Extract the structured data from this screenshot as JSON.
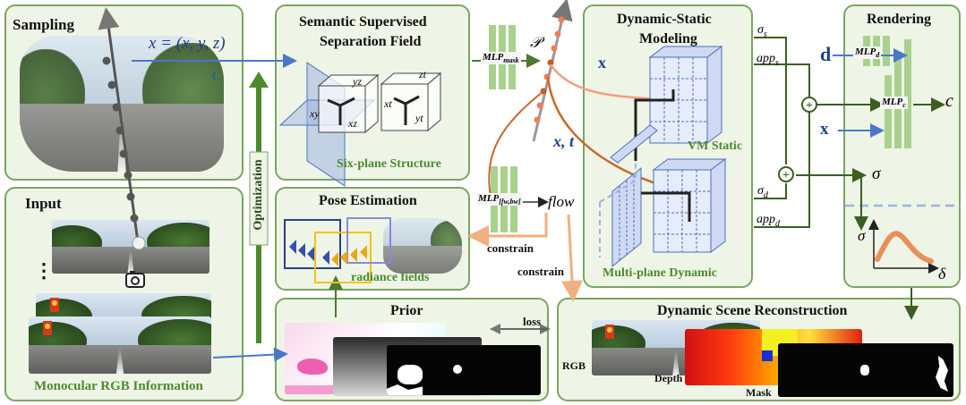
{
  "panels": {
    "sampling": {
      "title": "Sampling",
      "x_eq": "x = (x, y, z)",
      "t": "t"
    },
    "input": {
      "title": "Input",
      "caption": "Monocular RGB Information",
      "dots": "⋮"
    },
    "optimization": {
      "label": "Optimization"
    },
    "separation": {
      "title_line1": "Semantic Supervised",
      "title_line2": "Separation Field",
      "caption": "Six-plane Structure",
      "planes": [
        "xy",
        "yz",
        "xz",
        "xt",
        "zt",
        "yt"
      ]
    },
    "pose": {
      "title": "Pose Estimation",
      "caption": "radiance fields"
    },
    "prior": {
      "title": "Prior"
    },
    "dynamic_static": {
      "title_line1": "Dynamic-Static",
      "title_line2": "Modeling",
      "static_label": "VM Static",
      "dynamic_label": "Multi-plane Dynamic",
      "sigma_s": "σ",
      "sigma_s_sub": "s",
      "app_s": "app",
      "app_s_sub": "s",
      "sigma_d": "σ",
      "sigma_d_sub": "d",
      "app_d": "app",
      "app_d_sub": "d"
    },
    "rendering": {
      "title": "Rendering",
      "d": "d",
      "x": "x",
      "c": "c",
      "sigma": "σ",
      "delta": "δ",
      "mlp_d": "MLP",
      "mlp_d_sub": "d",
      "mlp_c": "MLP",
      "mlp_c_sub": "c"
    },
    "reconstruction": {
      "title": "Dynamic Scene Reconstruction",
      "rgb": "RGB",
      "depth": "Depth",
      "mask": "Mask"
    }
  },
  "center": {
    "mlp_mask": "MLP",
    "mlp_mask_sub": "mask",
    "P": "𝒫",
    "x": "x",
    "xt": "x, t",
    "mlp_fwbw": "MLP",
    "mlp_fwbw_sub": "[fw,bw]",
    "flow": "flow",
    "constrain1": "constrain",
    "constrain2": "constrain",
    "loss": "loss"
  },
  "colors": {
    "panel_fill": "#eef5e6",
    "panel_border": "#7aa560",
    "arrow_green": "#4d7a2e",
    "arrow_blue": "#4a78c8",
    "arrow_orange": "#f0b080",
    "mlp_green": "#a9d18e",
    "grid_blue": "#4a6fc0"
  }
}
